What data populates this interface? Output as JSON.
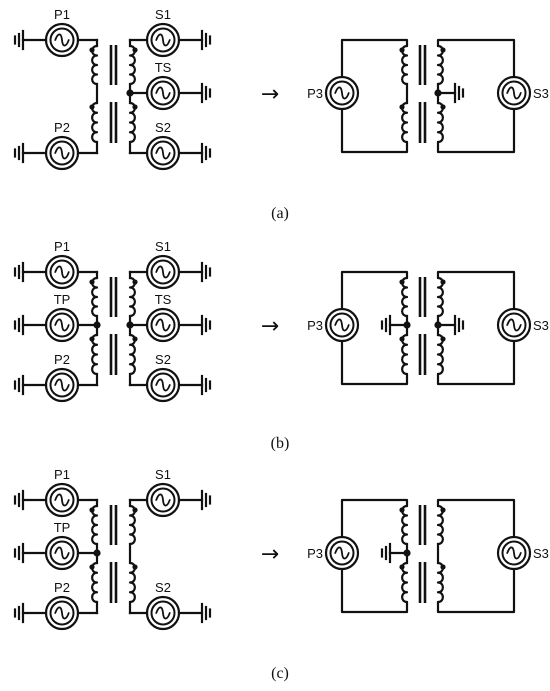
{
  "diagrams": [
    {
      "caption": "(a)",
      "left_labels": [
        "P1",
        "P2"
      ],
      "right_labels": [
        "S1",
        "TS",
        "S2"
      ],
      "equivalent_left": "P3",
      "equivalent_right": "S3"
    },
    {
      "caption": "(b)",
      "left_labels": [
        "P1",
        "TP",
        "P2"
      ],
      "right_labels": [
        "S1",
        "TS",
        "S2"
      ],
      "equivalent_left": "P3",
      "equivalent_right": "S3"
    },
    {
      "caption": "(c)",
      "left_labels": [
        "P1",
        "TP",
        "P2"
      ],
      "right_labels": [
        "S1",
        "S2"
      ],
      "equivalent_left": "P3",
      "equivalent_right": "S3"
    }
  ],
  "arrow_symbol": "→"
}
